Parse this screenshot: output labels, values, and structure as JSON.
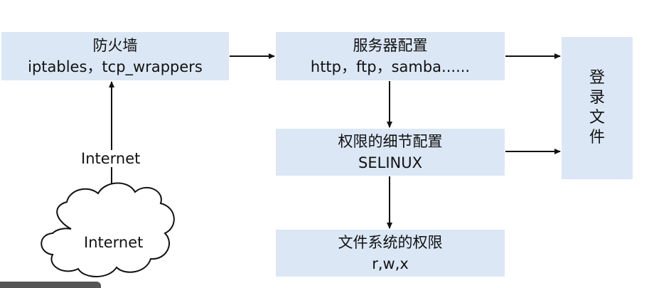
{
  "firewall": {
    "title": "防火墙",
    "detail": "iptables，tcp_wrappers"
  },
  "server": {
    "title": "服务器配置",
    "detail": "http，ftp，samba......"
  },
  "selinux": {
    "title": "权限的细节配置",
    "detail": "SELINUX"
  },
  "fs_permissions": {
    "title": "文件系统的权限",
    "detail": "r,w,x"
  },
  "login": {
    "title": "登录文件"
  },
  "internet_label": "Internet",
  "cloud_label": "Internet",
  "colors": {
    "box_fill": "#dbe7f5",
    "line": "#111111"
  }
}
